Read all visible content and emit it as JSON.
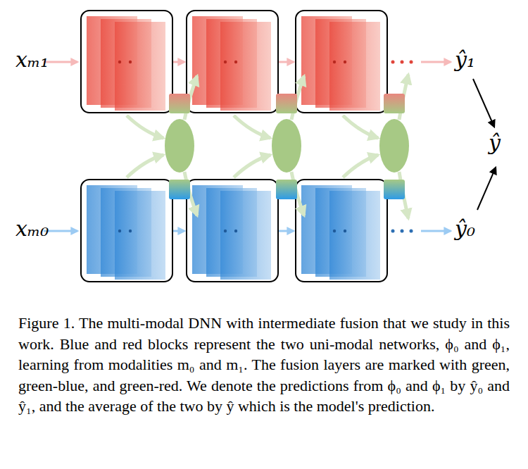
{
  "diagram": {
    "caption": "Figure 1. The multi-modal DNN with intermediate fusion that we study in this work. Blue and red blocks represent the two uni-modal networks, ϕ₀ and ϕ₁, learning from modalities m₀ and m₁. The fusion layers are marked with green, green-blue, and green-red. We denote the predictions from ϕ₀ and ϕ₁ by ŷ₀ and ŷ₁, and the average of the two by ŷ which is the model's prediction.",
    "labels": [
      "xₘ₁",
      "xₘ₀",
      "ŷ₁",
      "ŷ₀",
      "ŷ"
    ]
  }
}
